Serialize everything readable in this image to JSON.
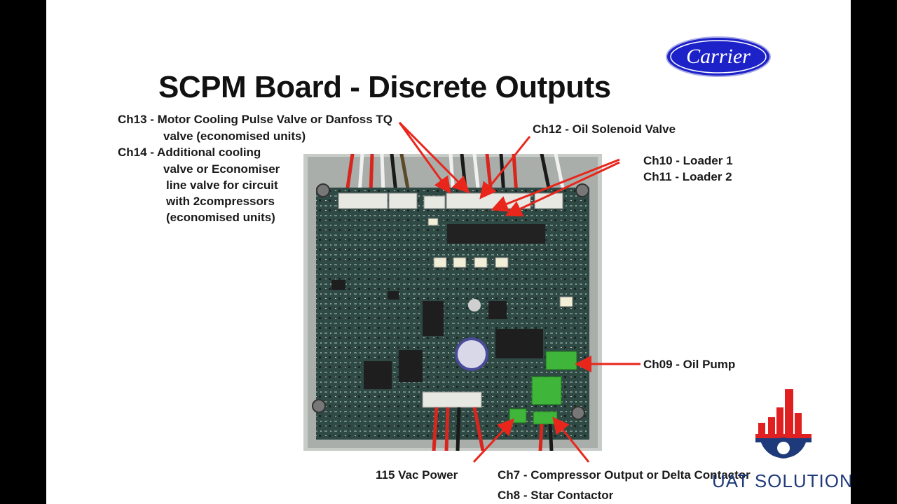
{
  "slide": {
    "title": "SCPM Board - Discrete Outputs",
    "brand": {
      "name": "Carrier",
      "color": "#2a20d6"
    },
    "watermark": {
      "text": "UAT SOLUTIONS",
      "color": "#1f3a7a",
      "accent": "#e02020"
    }
  },
  "labels": {
    "ch13_line1": "Ch13 - Motor Cooling Pulse Valve or Danfoss TQ",
    "ch13_line2": "valve (economised units)",
    "ch14_line1": "Ch14 - Additional cooling",
    "ch14_line2": "valve or Economiser",
    "ch14_line3": "line valve for circuit",
    "ch14_line4": "with 2compressors",
    "ch14_line5": "(economised units)",
    "ch12": "Ch12 - Oil  Solenoid Valve",
    "ch10": "Ch10 - Loader 1",
    "ch11": "Ch11 - Loader 2",
    "ch09": "Ch09 - Oil Pump",
    "power": "115 Vac Power",
    "ch7": "Ch7 - Compressor Output or Delta Contactor",
    "ch8": "Ch8 - Star Contactor"
  },
  "colors": {
    "arrow": "#e8261c",
    "board": "#2e3f3a"
  }
}
